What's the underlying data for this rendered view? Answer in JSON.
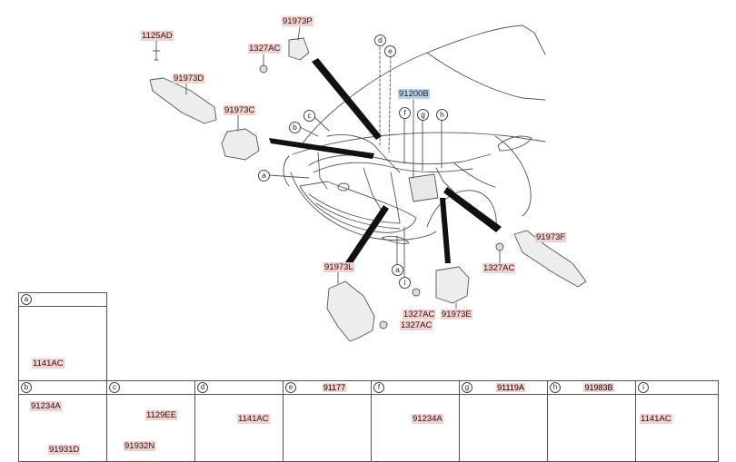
{
  "main_labels": {
    "p_1125AD": "1125AD",
    "p_91973P": "91973P",
    "p_1327AC_top": "1327AC",
    "p_91973D": "91973D",
    "p_91973C": "91973C",
    "p_91200B": "91200B",
    "p_91973F": "91973F",
    "p_1327AC_right": "1327AC",
    "p_91973L": "91973L",
    "p_1327AC_mid1": "1327AC",
    "p_91973E": "91973E",
    "p_1327AC_mid2": "1327AC"
  },
  "callouts": {
    "a_left": "a",
    "a_bottom": "a",
    "b": "b",
    "c": "c",
    "d": "d",
    "e": "e",
    "f": "f",
    "g": "g",
    "h": "h",
    "i": "i"
  },
  "detail_a": {
    "letter": "a",
    "part": "1141AC"
  },
  "detail_cells": [
    {
      "letter": "b",
      "title": "",
      "labels": [
        "91234A",
        "91931D"
      ]
    },
    {
      "letter": "c",
      "title": "",
      "labels": [
        "1129EE",
        "91932N"
      ]
    },
    {
      "letter": "d",
      "title": "",
      "labels": [
        "1141AC"
      ]
    },
    {
      "letter": "e",
      "title": "91177",
      "labels": []
    },
    {
      "letter": "f",
      "title": "",
      "labels": [
        "91234A"
      ]
    },
    {
      "letter": "g",
      "title": "91119A",
      "labels": []
    },
    {
      "letter": "h",
      "title": "91983B",
      "labels": []
    },
    {
      "letter": "i",
      "title": "",
      "labels": [
        "1141AC"
      ]
    }
  ]
}
